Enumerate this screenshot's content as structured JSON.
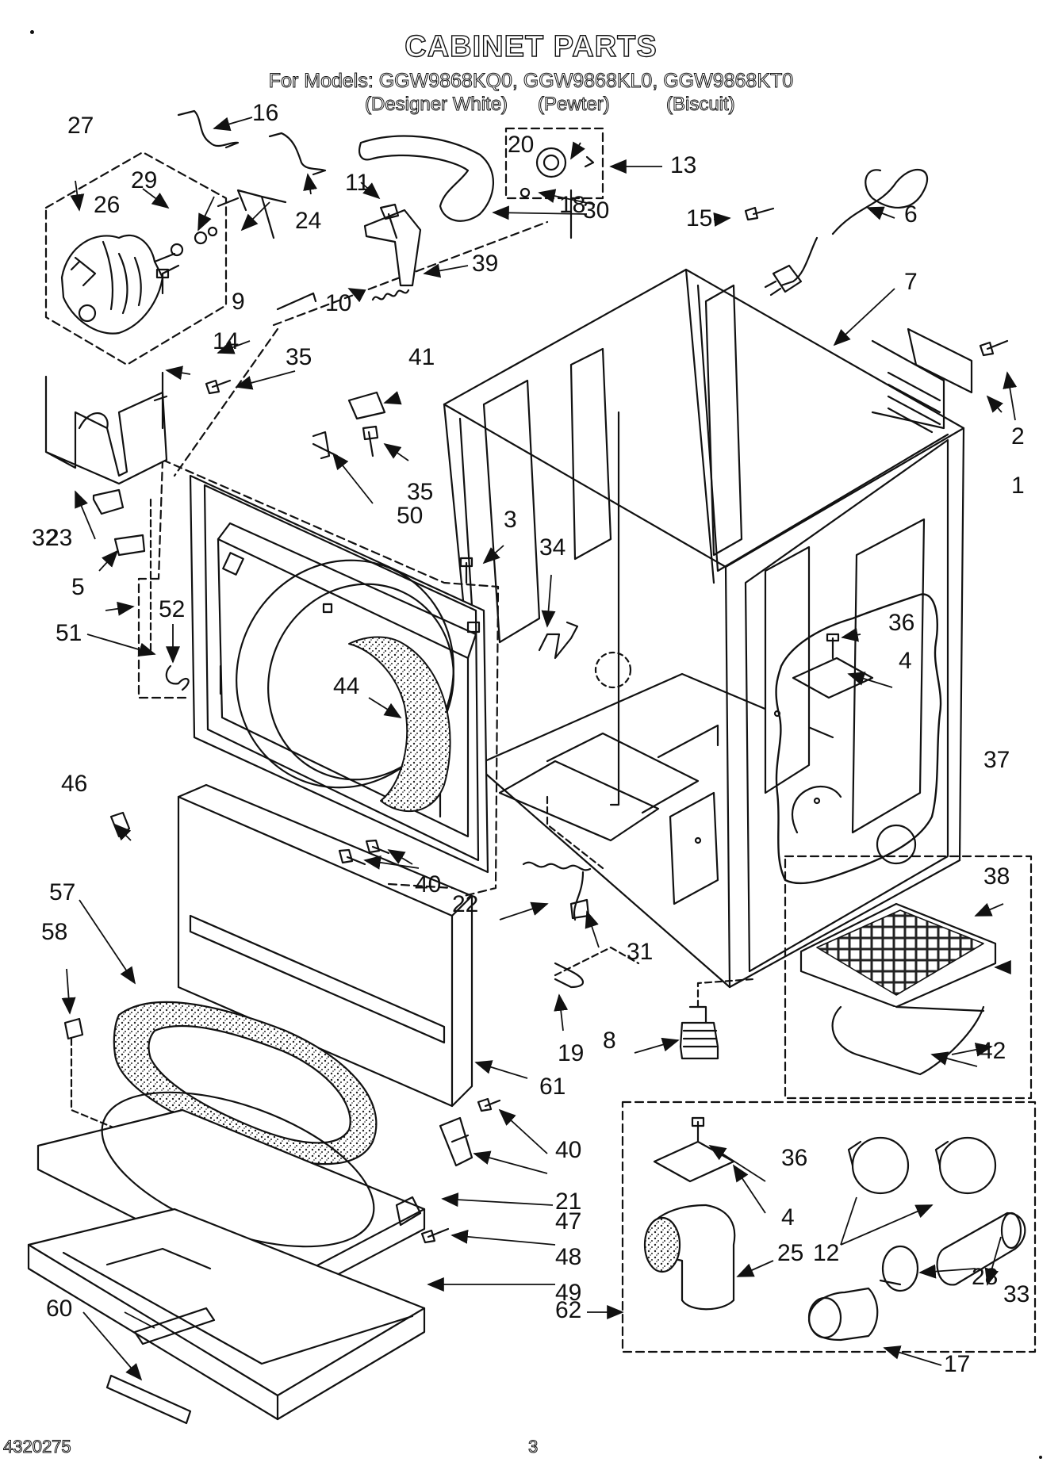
{
  "header": {
    "title": "CABINET PARTS",
    "models": "For Models: GGW9868KQ0, GGW9868KL0, GGW9868KT0",
    "finish_1": "(Designer White)",
    "finish_2": "(Pewter)",
    "finish_3": "(Biscuit)"
  },
  "footer": {
    "doc_number": "4320275",
    "page_number": "3"
  },
  "callouts": [
    "1",
    "2",
    "3",
    "4",
    "5",
    "6",
    "7",
    "8",
    "9",
    "10",
    "11",
    "12",
    "13",
    "14",
    "15",
    "16",
    "17",
    "18",
    "19",
    "20",
    "21",
    "22",
    "23",
    "24",
    "25",
    "26",
    "27",
    "28",
    "29",
    "30",
    "31",
    "32",
    "33",
    "34",
    "35",
    "36",
    "37",
    "38",
    "39",
    "40",
    "41",
    "42",
    "44",
    "46",
    "47",
    "48",
    "49",
    "50",
    "51",
    "52",
    "57",
    "58",
    "60",
    "61",
    "62"
  ]
}
